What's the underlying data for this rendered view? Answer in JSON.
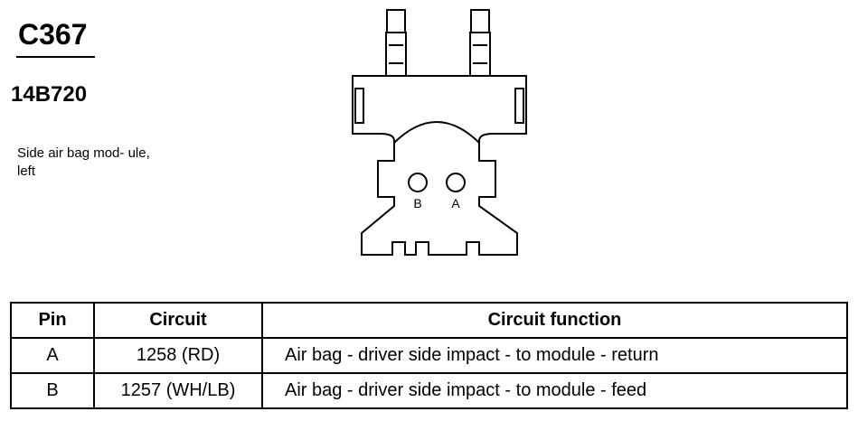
{
  "header": {
    "connector_id": "C367",
    "part_number": "14B720",
    "description": "Side air bag mod- ule, left"
  },
  "diagram": {
    "pin_labels": [
      "B",
      "A"
    ]
  },
  "table": {
    "headers": [
      "Pin",
      "Circuit",
      "Circuit function"
    ],
    "rows": [
      {
        "pin": "A",
        "circuit": "1258 (RD)",
        "function": "Air bag - driver side impact - to module - return"
      },
      {
        "pin": "B",
        "circuit": "1257 (WH/LB)",
        "function": "Air bag - driver side impact - to module - feed"
      }
    ]
  }
}
